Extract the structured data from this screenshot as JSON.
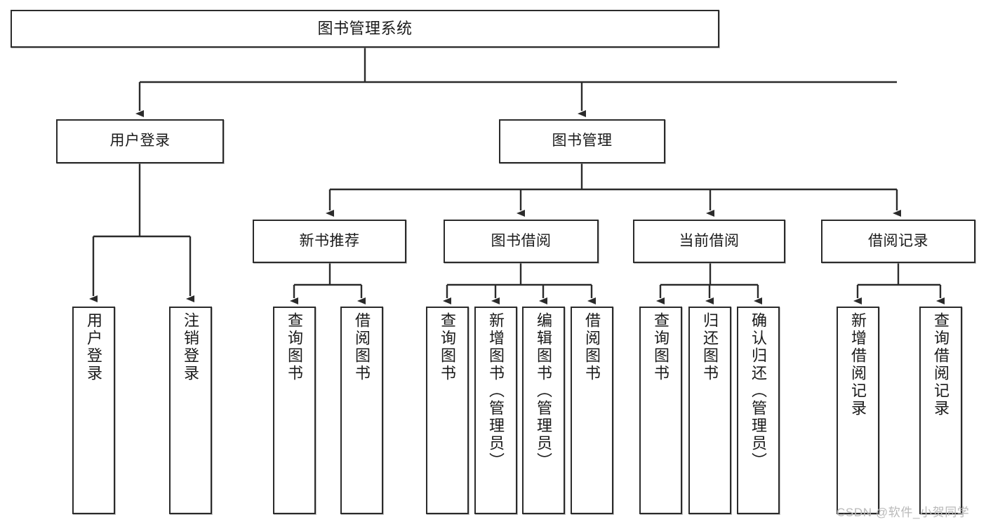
{
  "diagram": {
    "type": "tree",
    "title": "图书管理系统",
    "watermark": "CSDN @软件_小贺同学",
    "colors": {
      "stroke": "#2b2b2b",
      "fill": "#ffffff",
      "text": "#1a1a1a",
      "watermark": "#b9b9b9"
    },
    "nodes": {
      "root": {
        "label": "图书管理系统"
      },
      "level2": [
        {
          "id": "user-login",
          "label": "用户登录"
        },
        {
          "id": "book-manage",
          "label": "图书管理"
        }
      ],
      "level3": [
        {
          "id": "new-book-rec",
          "label": "新书推荐"
        },
        {
          "id": "book-borrow",
          "label": "图书借阅"
        },
        {
          "id": "current-borrow",
          "label": "当前借阅"
        },
        {
          "id": "borrow-record",
          "label": "借阅记录"
        }
      ],
      "leaves": {
        "user-login": [
          {
            "id": "leaf-user-login",
            "label": "用户登录"
          },
          {
            "id": "leaf-logout-login",
            "label": "注销登录"
          }
        ],
        "new-book-rec": [
          {
            "id": "leaf-query-book-1",
            "label": "查询图书"
          },
          {
            "id": "leaf-borrow-book-1",
            "label": "借阅图书"
          }
        ],
        "book-borrow": [
          {
            "id": "leaf-query-book-2",
            "label": "查询图书"
          },
          {
            "id": "leaf-add-book",
            "label": "新增图书（管理员）"
          },
          {
            "id": "leaf-edit-book",
            "label": "编辑图书（管理员）"
          },
          {
            "id": "leaf-borrow-book-2",
            "label": "借阅图书"
          }
        ],
        "current-borrow": [
          {
            "id": "leaf-query-book-3",
            "label": "查询图书"
          },
          {
            "id": "leaf-return-book",
            "label": "归还图书"
          },
          {
            "id": "leaf-confirm-return",
            "label": "确认归还（管理员）"
          }
        ],
        "borrow-record": [
          {
            "id": "leaf-add-record",
            "label": "新增借阅记录"
          },
          {
            "id": "leaf-query-record",
            "label": "查询借阅记录"
          }
        ]
      }
    }
  }
}
